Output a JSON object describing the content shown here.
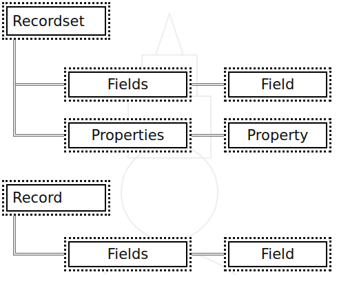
{
  "diagram": {
    "nodes": [
      {
        "text": [
          "Recordset"
        ]
      },
      {
        "text": [
          "Fields"
        ]
      },
      {
        "text": [
          "Field"
        ]
      },
      {
        "text": [
          "Properties"
        ]
      },
      {
        "text": [
          "Property"
        ]
      },
      {
        "text": [
          "Record"
        ]
      },
      {
        "text": [
          "Fields"
        ]
      },
      {
        "text": [
          "Field"
        ]
      }
    ],
    "edges": [
      {
        "from": 0,
        "to": 1,
        "arrow": "none"
      },
      {
        "from": 1,
        "to": 2,
        "arrow": "none"
      },
      {
        "from": 0,
        "to": 3,
        "arrow": "none"
      },
      {
        "from": 3,
        "to": 4,
        "arrow": "none"
      },
      {
        "from": 5,
        "to": 6,
        "arrow": "none"
      },
      {
        "from": 6,
        "to": 7,
        "arrow": "none"
      }
    ]
  }
}
